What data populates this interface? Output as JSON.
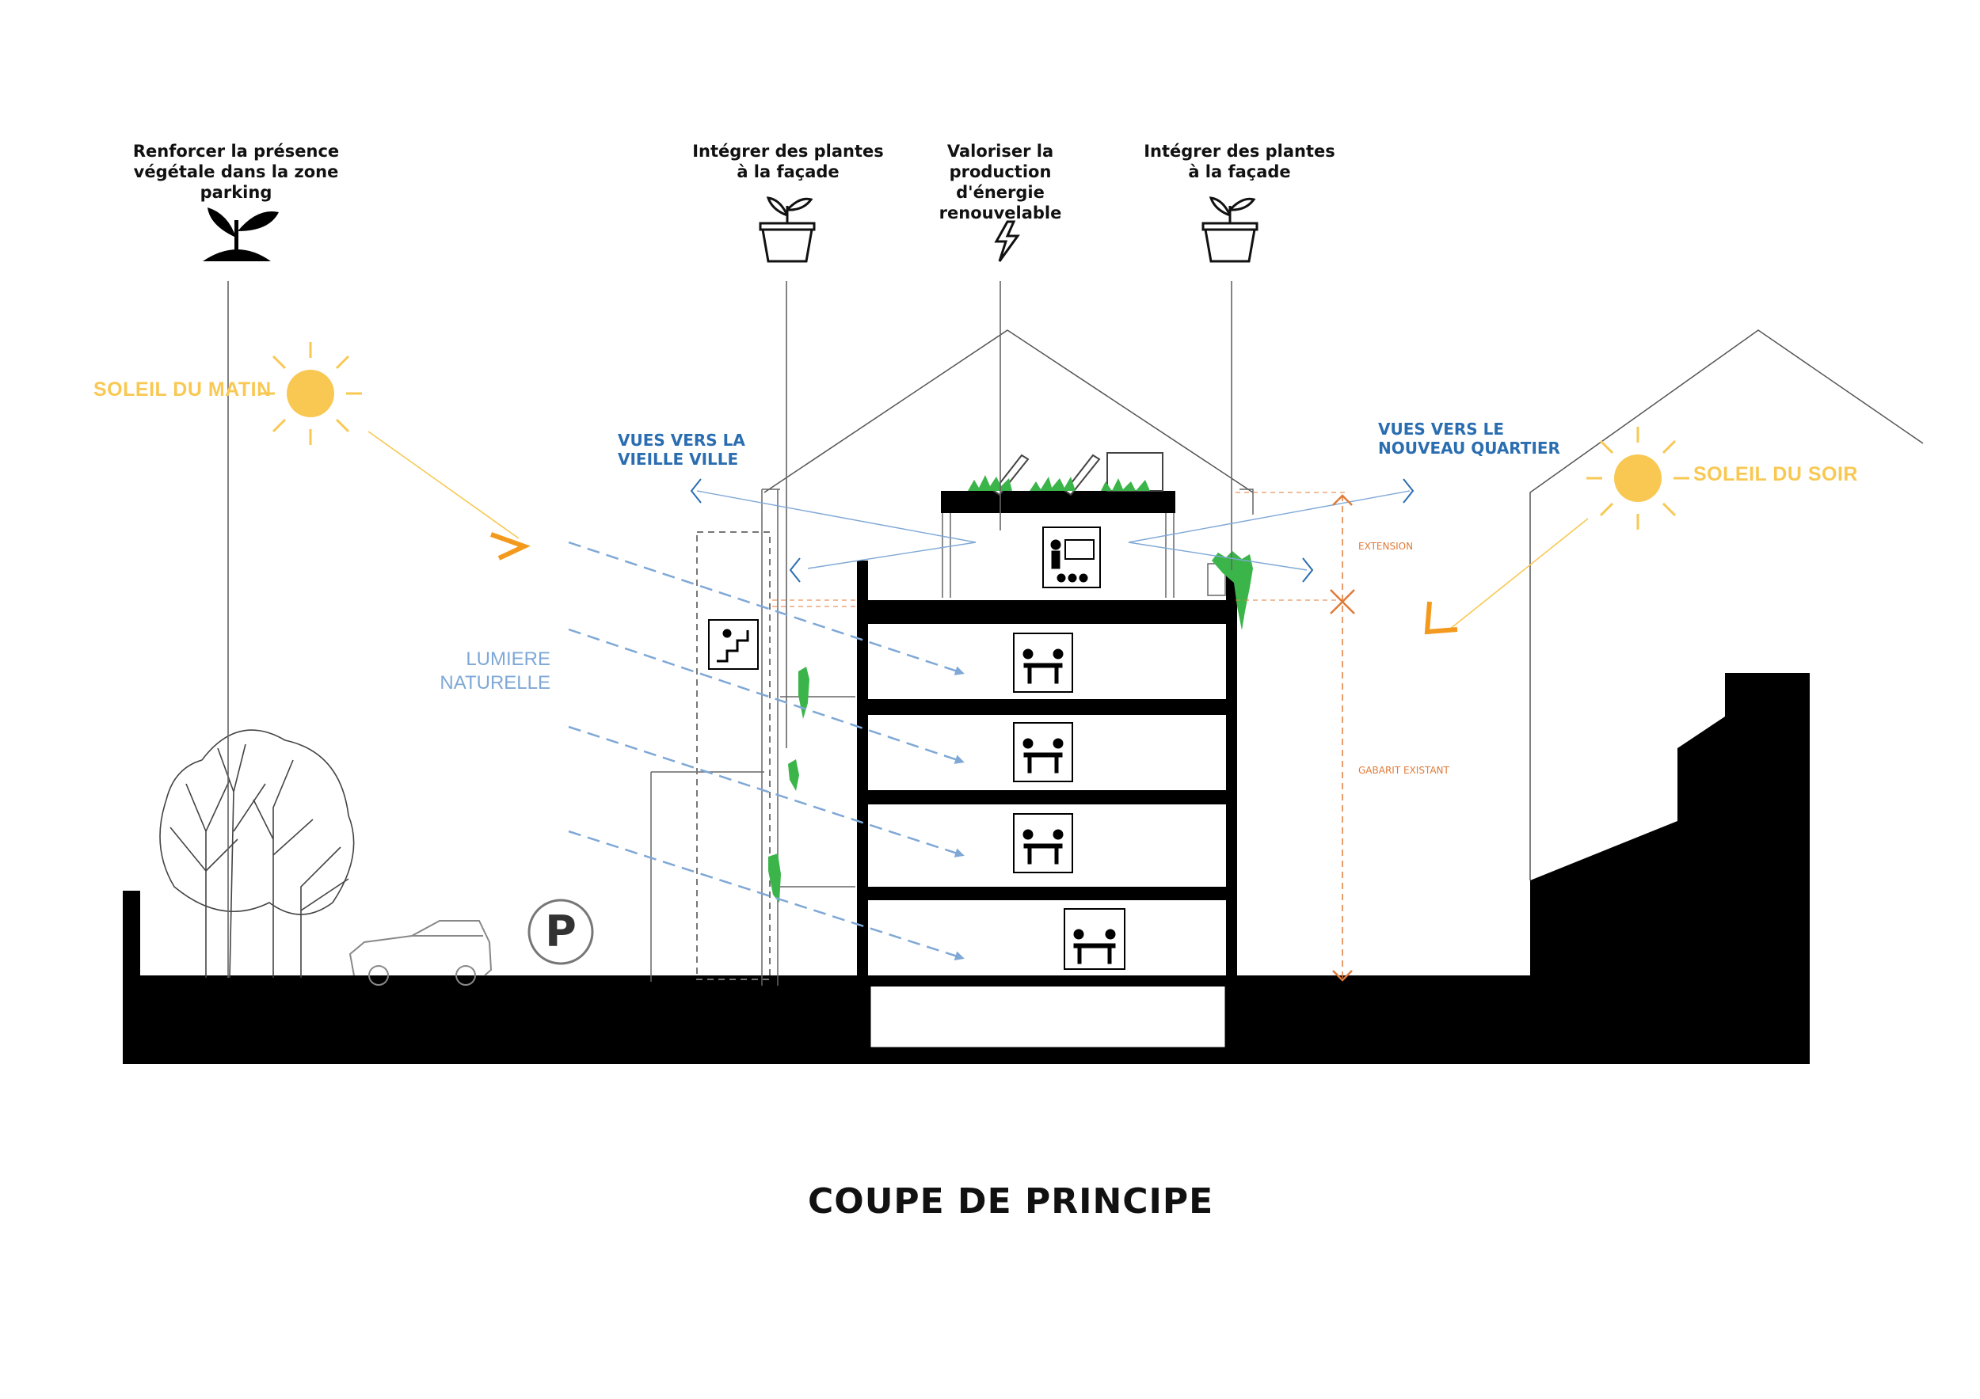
{
  "title": "COUPE DE PRINCIPE",
  "annotations": [
    {
      "lines": [
        "Renforcer la présence",
        "végétale dans la zone",
        "parking"
      ],
      "icon": "sprout-icon"
    },
    {
      "lines": [
        "Intégrer des plantes",
        "à la façade"
      ],
      "icon": "plant-pot-icon"
    },
    {
      "lines": [
        "Valoriser la production",
        "d'énergie renouvelable"
      ],
      "icon": "lightning-icon"
    },
    {
      "lines": [
        "Intégrer des plantes",
        "à la façade"
      ],
      "icon": "plant-pot-icon"
    }
  ],
  "sun_morning": "SOLEIL DU MATIN",
  "sun_evening": "SOLEIL DU SOIR",
  "views_old_town": [
    "VUES VERS LA",
    "VIEILLE VILLE"
  ],
  "views_new_district": [
    "VUES VERS LE",
    "NOUVEAU QUARTIER"
  ],
  "natural_light": [
    "LUMIERE",
    "NATURELLE"
  ],
  "extension_label": "EXTENSION",
  "existing_label": "GABARIT EXISTANT",
  "parking_symbol": "P",
  "colors": {
    "sun": "#f8c853",
    "sun_arrow": "#f39a1e",
    "views": "#2a6db0",
    "light": "#7fa8d6",
    "dimension": "#e07b39",
    "plants": "#3bb54a",
    "ink": "#000000"
  }
}
